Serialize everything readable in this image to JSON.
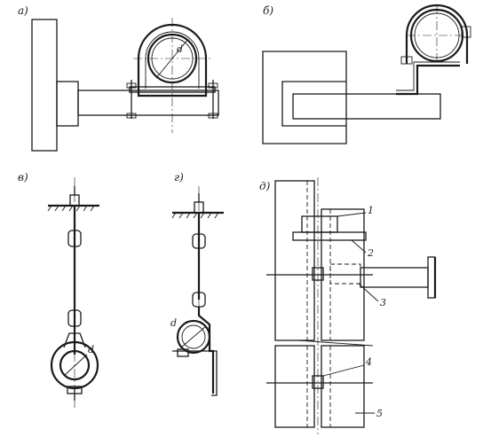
{
  "panels": {
    "a": {
      "label": "а)",
      "dim": "d"
    },
    "b": {
      "label": "б)"
    },
    "v": {
      "label": "в)",
      "dim": "d"
    },
    "g": {
      "label": "г)",
      "dim": "d"
    },
    "d": {
      "label": "д)",
      "callouts": [
        "1",
        "2",
        "3",
        "4",
        "5"
      ]
    }
  },
  "colors": {
    "ink": "#1a1a1a",
    "paper": "#ffffff"
  }
}
